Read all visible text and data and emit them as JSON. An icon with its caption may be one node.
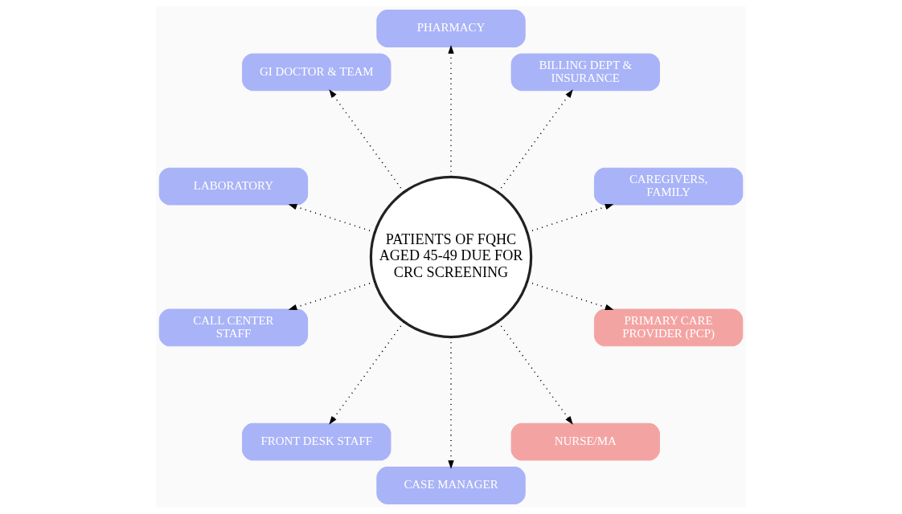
{
  "diagram": {
    "nodes": [
      {
        "text": [
          "PATIENTS OF FQHC AGED 45-49 DUE FOR CRC SCREENING"
        ]
      },
      {
        "text": [
          "CAREGIVERS, FAMILY"
        ]
      },
      {
        "text": [
          "BILLING DEPT & INSURANCE"
        ]
      },
      {
        "text": [
          "PHARMACY"
        ]
      },
      {
        "text": [
          "GI DOCTOR & TEAM"
        ]
      },
      {
        "text": [
          "LABORATORY"
        ]
      },
      {
        "text": [
          "CALL CENTER STAFF"
        ]
      },
      {
        "text": [
          "FRONT DESK STAFF"
        ]
      },
      {
        "text": [
          "CASE MANAGER"
        ]
      },
      {
        "text": [
          "NURSE/MA"
        ]
      },
      {
        "text": [
          "PRIMARY CARE PROVIDER (PCP)"
        ]
      }
    ],
    "edges": [
      {
        "from": 0,
        "to": 1,
        "arrow": "to",
        "style": "dashed"
      },
      {
        "from": 0,
        "to": 2,
        "arrow": "to",
        "style": "dashed"
      },
      {
        "from": 0,
        "to": 3,
        "arrow": "to",
        "style": "dashed"
      },
      {
        "from": 0,
        "to": 4,
        "arrow": "to",
        "style": "dashed"
      },
      {
        "from": 0,
        "to": 5,
        "arrow": "to",
        "style": "dashed"
      },
      {
        "from": 0,
        "to": 6,
        "arrow": "to",
        "style": "dashed"
      },
      {
        "from": 0,
        "to": 7,
        "arrow": "to",
        "style": "dashed"
      },
      {
        "from": 0,
        "to": 8,
        "arrow": "to",
        "style": "dashed"
      },
      {
        "from": 0,
        "to": 9,
        "arrow": "to",
        "style": "dashed"
      },
      {
        "from": 0,
        "to": 10,
        "arrow": "to",
        "style": "dashed"
      }
    ]
  }
}
